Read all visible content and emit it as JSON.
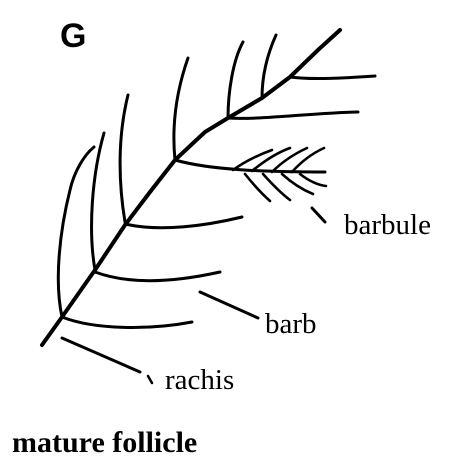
{
  "panel_letter": "G",
  "labels": {
    "barbule": "barbule",
    "barb": "barb",
    "rachis": "rachis"
  },
  "caption": "mature follicle",
  "colors": {
    "ink": "#000000",
    "background": "#ffffff"
  }
}
